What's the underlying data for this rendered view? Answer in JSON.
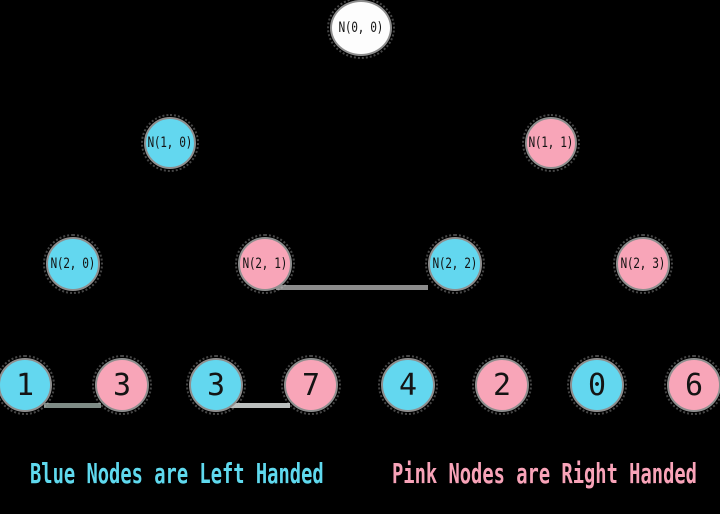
{
  "colors": {
    "bg": "#000000",
    "blue": "#63D7EF",
    "pink": "#F8A5B8",
    "root-fill": "#FDFDFD",
    "node-border": "#8E8E8E",
    "node-text": "#141414",
    "edge-mid": "#8C8C8C",
    "edge-left": "#7E8B86",
    "edge-right": "#BBBFBE",
    "legend-blue": "#5FD9EE",
    "legend-pink": "#F8A3B8"
  },
  "tree": {
    "nodes": [
      {
        "label": "N(0, 0)",
        "role": "root",
        "color": "white"
      },
      {
        "label": "N(1, 0)",
        "color": "blue"
      },
      {
        "label": "N(1, 1)",
        "color": "pink"
      },
      {
        "label": "N(2, 0)",
        "color": "blue"
      },
      {
        "label": "N(2, 1)",
        "color": "pink"
      },
      {
        "label": "N(2, 2)",
        "color": "blue"
      },
      {
        "label": "N(2, 3)",
        "color": "pink"
      },
      {
        "label": "1",
        "color": "blue"
      },
      {
        "label": "3",
        "color": "pink"
      },
      {
        "label": "3",
        "color": "blue"
      },
      {
        "label": "7",
        "color": "pink"
      },
      {
        "label": "4",
        "color": "blue"
      },
      {
        "label": "2",
        "color": "pink"
      },
      {
        "label": "0",
        "color": "blue"
      },
      {
        "label": "6",
        "color": "pink"
      }
    ]
  },
  "legend": {
    "blue_label": "Blue Nodes are Left Handed",
    "pink_label": "Pink Nodes are Right Handed"
  }
}
